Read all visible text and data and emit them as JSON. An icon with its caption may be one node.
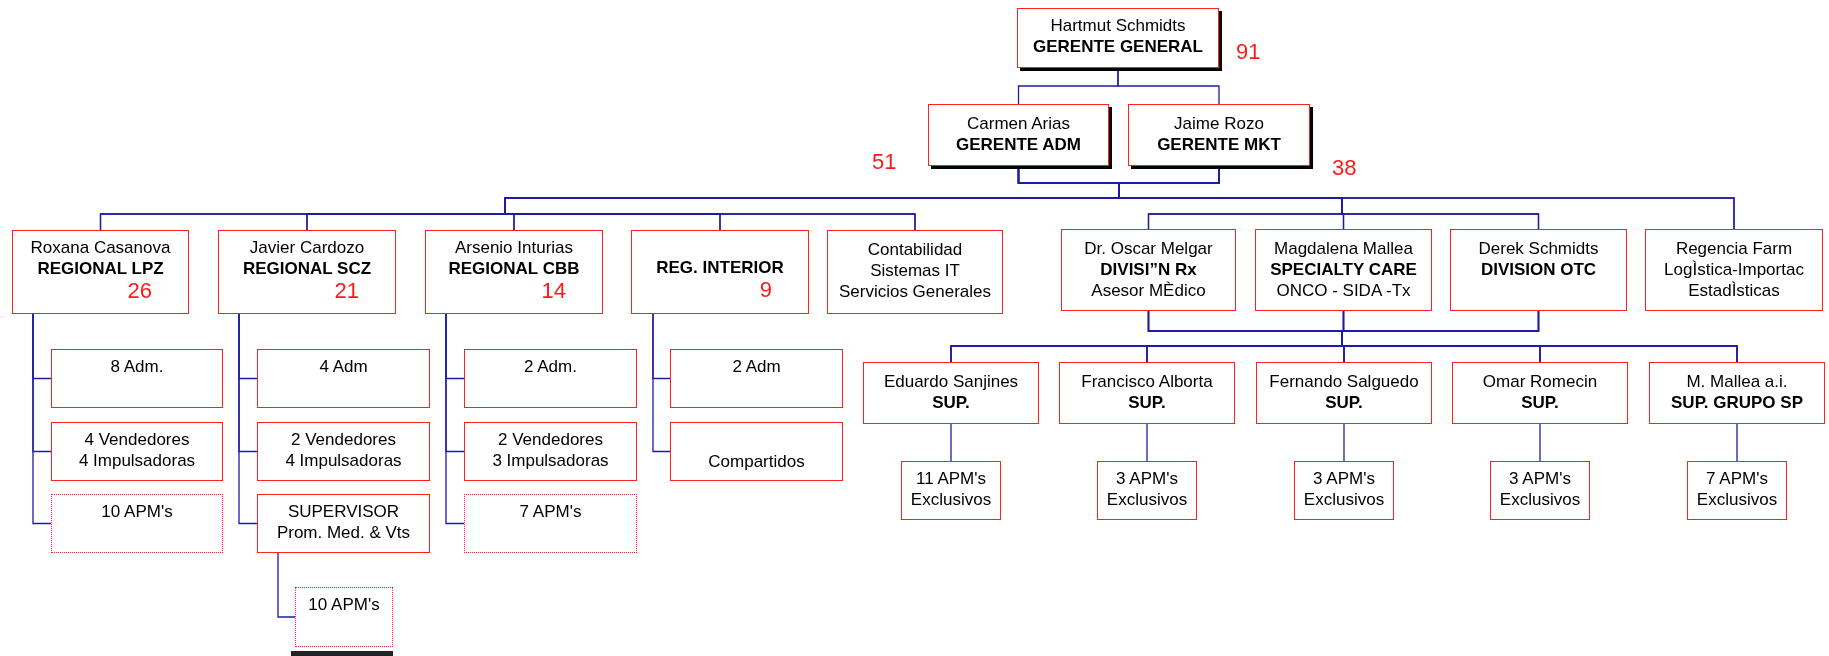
{
  "diagram": {
    "nodes": [
      {
        "text": [
          "Hartmut Schmidts",
          "GERENTE GENERAL"
        ],
        "beside": [
          "91"
        ]
      },
      {
        "text": [
          "Carmen Arias",
          "GERENTE ADM"
        ],
        "beside": [
          "51"
        ]
      },
      {
        "text": [
          "Jaime Rozo",
          "GERENTE MKT"
        ],
        "beside": [
          "38"
        ]
      },
      {
        "text": [
          "Roxana Casanova",
          "REGIONAL LPZ",
          "26"
        ]
      },
      {
        "text": [
          "Javier Cardozo",
          "REGIONAL SCZ",
          "21"
        ]
      },
      {
        "text": [
          "Arsenio Inturias",
          "REGIONAL CBB",
          "14"
        ]
      },
      {
        "text": [
          "REG. INTERIOR",
          "9"
        ]
      },
      {
        "text": [
          "Contabilidad",
          "Sistemas IT",
          "Servicios Generales"
        ]
      },
      {
        "text": [
          "Dr. Oscar Melgar",
          "DIVISI”N Rx",
          "Asesor MÈdico"
        ]
      },
      {
        "text": [
          "Magdalena Mallea",
          "SPECIALTY CARE",
          "ONCO - SIDA -Tx"
        ]
      },
      {
        "text": [
          "Derek Schmidts",
          "DIVISION OTC"
        ]
      },
      {
        "text": [
          "Regencia Farm",
          "LogÌstica-Importac",
          "EstadÌsticas"
        ]
      },
      {
        "text": [
          "8 Adm."
        ]
      },
      {
        "text": [
          "4 Vendedores",
          "4 Impulsadoras"
        ]
      },
      {
        "text": [
          "10 APM's"
        ]
      },
      {
        "text": [
          "4 Adm"
        ]
      },
      {
        "text": [
          "2 Vendedores",
          "4 Impulsadoras"
        ]
      },
      {
        "text": [
          "SUPERVISOR",
          "Prom. Med. & Vts"
        ]
      },
      {
        "text": [
          "10 APM's"
        ]
      },
      {
        "text": [
          "2 Adm."
        ]
      },
      {
        "text": [
          "2 Vendedores",
          "3 Impulsadoras"
        ]
      },
      {
        "text": [
          "7 APM's"
        ]
      },
      {
        "text": [
          "2 Adm"
        ]
      },
      {
        "text": [
          "Compartidos"
        ]
      },
      {
        "text": [
          "Eduardo Sanjines",
          "SUP."
        ]
      },
      {
        "text": [
          "Francisco Alborta",
          "SUP."
        ]
      },
      {
        "text": [
          "Fernando Salguedo",
          "SUP."
        ]
      },
      {
        "text": [
          "Omar Romecin",
          "SUP."
        ]
      },
      {
        "text": [
          "M. Mallea a.i.",
          "SUP. GRUPO SP"
        ]
      },
      {
        "text": [
          "11 APM's",
          "Exclusivos"
        ]
      },
      {
        "text": [
          "3 APM's",
          "Exclusivos"
        ]
      },
      {
        "text": [
          "3 APM's",
          "Exclusivos"
        ]
      },
      {
        "text": [
          "3 APM's",
          "Exclusivos"
        ]
      },
      {
        "text": [
          "7 APM's",
          "Exclusivos"
        ]
      }
    ],
    "edges": [
      {
        "from": 0,
        "to": 1,
        "arrow": "none"
      },
      {
        "from": 0,
        "to": 2,
        "arrow": "none"
      },
      {
        "from": 1,
        "to": 3,
        "arrow": "none"
      },
      {
        "from": 1,
        "to": 4,
        "arrow": "none"
      },
      {
        "from": 1,
        "to": 5,
        "arrow": "none"
      },
      {
        "from": 1,
        "to": 6,
        "arrow": "none"
      },
      {
        "from": 1,
        "to": 7,
        "arrow": "none"
      },
      {
        "from": 1,
        "to": 8,
        "arrow": "none"
      },
      {
        "from": 1,
        "to": 9,
        "arrow": "none"
      },
      {
        "from": 1,
        "to": 10,
        "arrow": "none"
      },
      {
        "from": 1,
        "to": 11,
        "arrow": "none"
      },
      {
        "from": 2,
        "to": 3,
        "arrow": "none"
      },
      {
        "from": 2,
        "to": 4,
        "arrow": "none"
      },
      {
        "from": 2,
        "to": 5,
        "arrow": "none"
      },
      {
        "from": 2,
        "to": 6,
        "arrow": "none"
      },
      {
        "from": 2,
        "to": 7,
        "arrow": "none"
      },
      {
        "from": 2,
        "to": 8,
        "arrow": "none"
      },
      {
        "from": 2,
        "to": 9,
        "arrow": "none"
      },
      {
        "from": 2,
        "to": 10,
        "arrow": "none"
      },
      {
        "from": 2,
        "to": 11,
        "arrow": "none"
      },
      {
        "from": 3,
        "to": 12,
        "arrow": "none"
      },
      {
        "from": 3,
        "to": 13,
        "arrow": "none"
      },
      {
        "from": 3,
        "to": 14,
        "arrow": "none"
      },
      {
        "from": 4,
        "to": 15,
        "arrow": "none"
      },
      {
        "from": 4,
        "to": 16,
        "arrow": "none"
      },
      {
        "from": 4,
        "to": 17,
        "arrow": "none"
      },
      {
        "from": 17,
        "to": 18,
        "arrow": "none"
      },
      {
        "from": 5,
        "to": 19,
        "arrow": "none"
      },
      {
        "from": 5,
        "to": 20,
        "arrow": "none"
      },
      {
        "from": 5,
        "to": 21,
        "arrow": "none"
      },
      {
        "from": 6,
        "to": 22,
        "arrow": "none"
      },
      {
        "from": 6,
        "to": 23,
        "arrow": "none"
      },
      {
        "from": 8,
        "to": 24,
        "arrow": "none"
      },
      {
        "from": 8,
        "to": 25,
        "arrow": "none"
      },
      {
        "from": 8,
        "to": 26,
        "arrow": "none"
      },
      {
        "from": 8,
        "to": 27,
        "arrow": "none"
      },
      {
        "from": 8,
        "to": 28,
        "arrow": "none"
      },
      {
        "from": 9,
        "to": 24,
        "arrow": "none"
      },
      {
        "from": 9,
        "to": 25,
        "arrow": "none"
      },
      {
        "from": 9,
        "to": 26,
        "arrow": "none"
      },
      {
        "from": 9,
        "to": 27,
        "arrow": "none"
      },
      {
        "from": 9,
        "to": 28,
        "arrow": "none"
      },
      {
        "from": 10,
        "to": 24,
        "arrow": "none"
      },
      {
        "from": 10,
        "to": 25,
        "arrow": "none"
      },
      {
        "from": 10,
        "to": 26,
        "arrow": "none"
      },
      {
        "from": 10,
        "to": 27,
        "arrow": "none"
      },
      {
        "from": 10,
        "to": 28,
        "arrow": "none"
      },
      {
        "from": 24,
        "to": 29,
        "arrow": "none"
      },
      {
        "from": 25,
        "to": 30,
        "arrow": "none"
      },
      {
        "from": 26,
        "to": 31,
        "arrow": "none"
      },
      {
        "from": 27,
        "to": 32,
        "arrow": "none"
      },
      {
        "from": 28,
        "to": 33,
        "arrow": "none"
      }
    ]
  }
}
